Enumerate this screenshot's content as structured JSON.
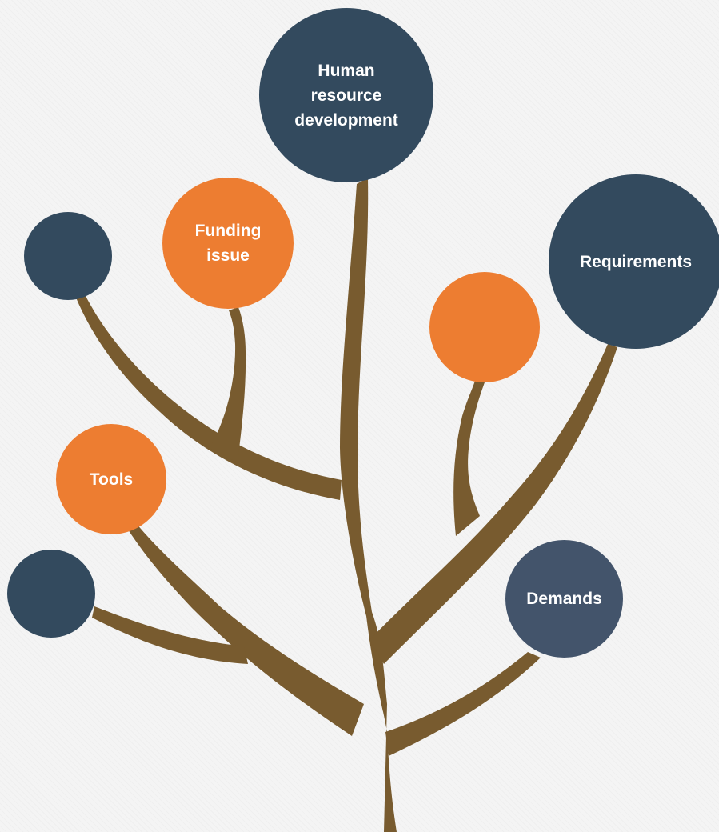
{
  "diagram": {
    "colors": {
      "trunk": "#785b2f",
      "navy": "#334a5e",
      "slate": "#43546b",
      "orange": "#ed7d31",
      "label_text": "#ffffff"
    },
    "nodes": {
      "human_resource": {
        "label": "Human\nresource\ndevelopment",
        "color": "#334a5e"
      },
      "requirements": {
        "label": "Requirements",
        "color": "#334a5e"
      },
      "funding": {
        "label": "Funding\nissue",
        "color": "#ed7d31"
      },
      "tools": {
        "label": "Tools",
        "color": "#ed7d31"
      },
      "demands": {
        "label": "Demands",
        "color": "#43546b"
      },
      "navy_small_top": {
        "label": "",
        "color": "#334a5e"
      },
      "navy_small_bottom": {
        "label": "",
        "color": "#334a5e"
      },
      "orange_plain": {
        "label": "",
        "color": "#ed7d31"
      }
    }
  }
}
